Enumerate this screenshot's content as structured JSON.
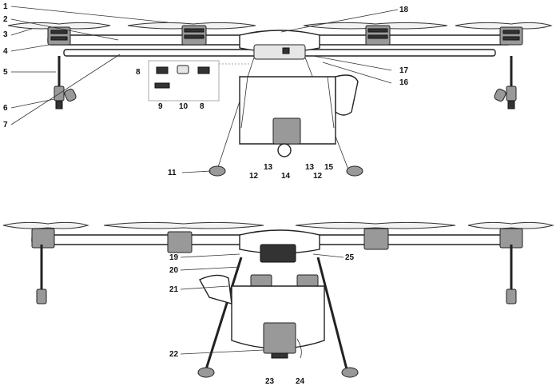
{
  "callouts": {
    "c1": "1",
    "c2": "2",
    "c3": "3",
    "c4": "4",
    "c5": "5",
    "c6": "6",
    "c7": "7",
    "c8a": "8",
    "c8b": "8",
    "c9": "9",
    "c10": "10",
    "c11": "11",
    "c12a": "12",
    "c12b": "12",
    "c13a": "13",
    "c13b": "13",
    "c14": "14",
    "c15": "15",
    "c16": "16",
    "c17": "17",
    "c18": "18",
    "c19": "19",
    "c20": "20",
    "c21": "21",
    "c22": "22",
    "c23": "23",
    "c24": "24",
    "c25": "25"
  }
}
